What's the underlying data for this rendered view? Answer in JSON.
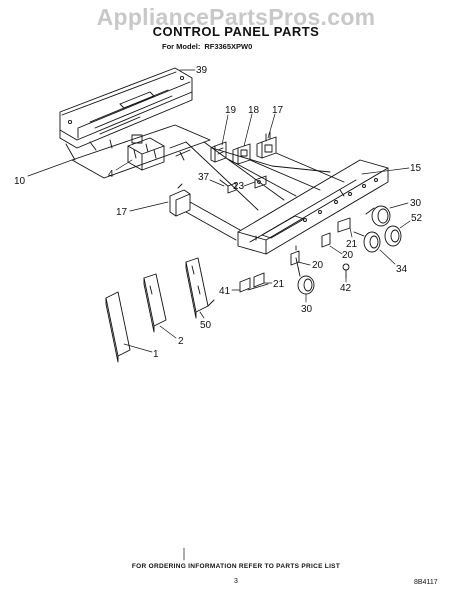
{
  "watermark": "AppliancePartsPros.com",
  "title": "CONTROL PANEL PARTS",
  "model_label": "For Model:",
  "model_number": "RF3365XPW0",
  "callouts": {
    "c39": "39",
    "c19": "19",
    "c18": "18",
    "c17a": "17",
    "c15": "15",
    "c4": "4",
    "c37": "37",
    "c23": "23",
    "c10": "10",
    "c17b": "17",
    "c30a": "30",
    "c52": "52",
    "c21a": "21",
    "c20a": "20",
    "c20b": "20",
    "c34": "34",
    "c42": "42",
    "c41": "41",
    "c21b": "21",
    "c30b": "30",
    "c50": "50",
    "c2": "2",
    "c1": "1"
  },
  "footer_text": "FOR ORDERING INFORMATION REFER TO PARTS PRICE LIST",
  "page_number": "3",
  "drawing_code": "8B4117"
}
